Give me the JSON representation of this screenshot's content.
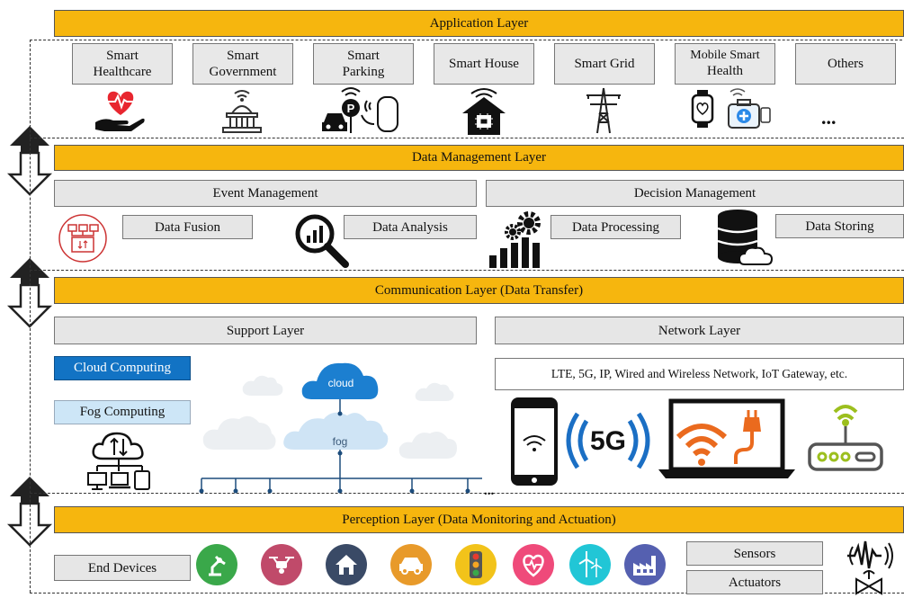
{
  "application_layer": {
    "title": "Application Layer",
    "items": [
      {
        "line1": "Smart",
        "line2": "Healthcare",
        "icon": "heart-hand-icon"
      },
      {
        "line1": "Smart",
        "line2": "Government",
        "icon": "government-building-icon"
      },
      {
        "line1": "Smart",
        "line2": "Parking",
        "icon": "parking-icon"
      },
      {
        "line1": "Smart House",
        "line2": "",
        "icon": "smart-house-icon"
      },
      {
        "line1": "Smart Grid",
        "line2": "",
        "icon": "power-tower-icon"
      },
      {
        "line1": "Mobile Smart",
        "line2": "Health",
        "icon": "mobile-health-icon"
      },
      {
        "line1": "Others",
        "line2": "",
        "icon": "ellipsis-icon"
      }
    ],
    "ellipsis": "..."
  },
  "data_management_layer": {
    "title": "Data Management Layer",
    "event_management": "Event Management",
    "decision_management": "Decision Management",
    "functions": [
      {
        "label": "Data Fusion",
        "icon": "data-fusion-icon"
      },
      {
        "label": "Data Analysis",
        "icon": "magnifier-chart-icon"
      },
      {
        "label": "Data Processing",
        "icon": "gears-chart-icon"
      },
      {
        "label": "Data Storing",
        "icon": "database-cloud-icon"
      }
    ]
  },
  "communication_layer": {
    "title": "Communication Layer (Data Transfer)",
    "support_layer": "Support Layer",
    "network_layer": "Network Layer",
    "cloud_computing": "Cloud Computing",
    "fog_computing": "Fog Computing",
    "cloud_label": "cloud",
    "fog_label": "fog",
    "network_desc": "LTE, 5G, IP, Wired and Wireless Network, IoT Gateway, etc.",
    "fiveg_label": "5G",
    "ellipsis": "..."
  },
  "perception_layer": {
    "title": "Perception Layer (Data Monitoring and Actuation)",
    "end_devices": "End Devices",
    "sensors": "Sensors",
    "actuators": "Actuators",
    "device_icons": [
      {
        "name": "robot-arm-icon",
        "color": "#3aa84a"
      },
      {
        "name": "drone-icon",
        "color": "#c04a6a"
      },
      {
        "name": "house-icon",
        "color": "#3a4a66"
      },
      {
        "name": "car-icon",
        "color": "#e89a2a"
      },
      {
        "name": "traffic-light-icon",
        "color": "#f2c31a"
      },
      {
        "name": "heart-monitor-icon",
        "color": "#ef4a7a"
      },
      {
        "name": "wind-turbine-icon",
        "color": "#21c6d6"
      },
      {
        "name": "factory-icon",
        "color": "#5560b0"
      }
    ]
  }
}
